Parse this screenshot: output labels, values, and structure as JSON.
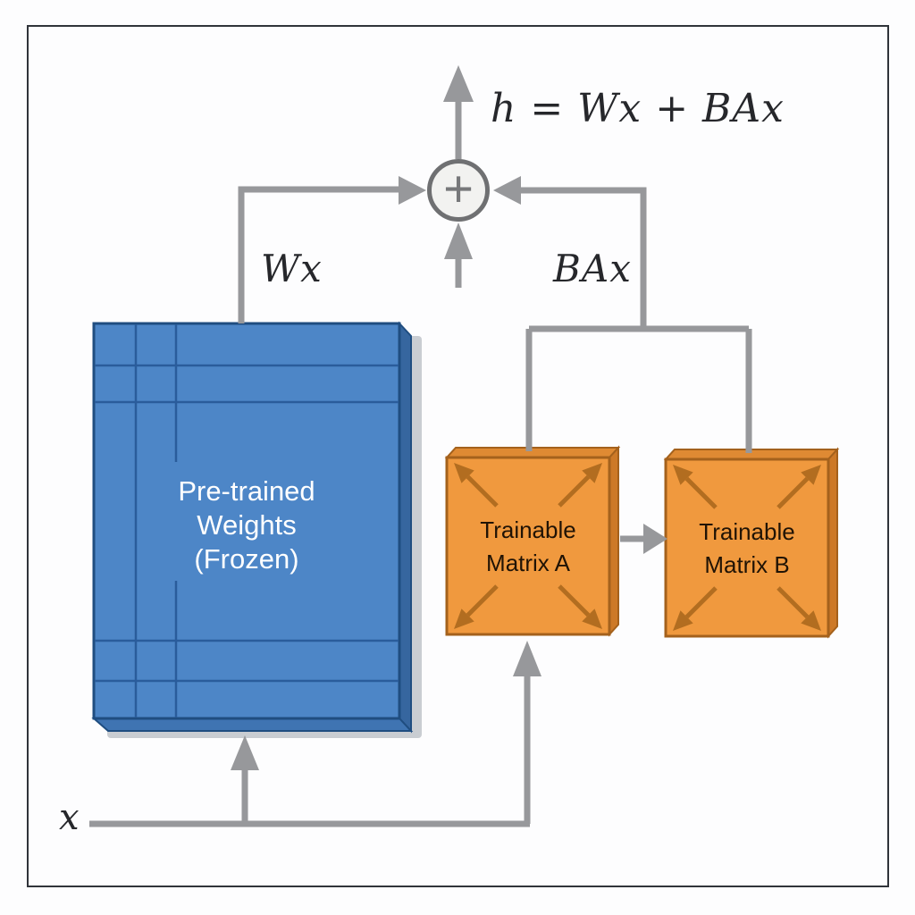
{
  "figure": {
    "formula": "h = Wx + BAx",
    "labels": {
      "wx": "Wx",
      "bax": "BAx",
      "input": "x",
      "sum": "+"
    },
    "blocks": {
      "pretrained": {
        "line1": "Pre-trained",
        "line2": "Weights",
        "line3": "(Frozen)"
      },
      "matrix_a": {
        "line1": "Trainable",
        "line2": "Matrix A"
      },
      "matrix_b": {
        "line1": "Trainable",
        "line2": "Matrix B"
      }
    },
    "colors": {
      "background": "#fdfdfe",
      "frame": "#30343a",
      "connector_gray": "#97989b",
      "blue_face": "#4d86c7",
      "blue_edge": "#1f4d80",
      "blue_grid": "#2a5c9b",
      "orange_face": "#f0993e",
      "orange_edge": "#a4611c",
      "orange_arrow": "#b26d20",
      "sum_fill": "#f2f2f0",
      "sum_border": "#6f7072",
      "text_dark": "#26272b",
      "text_white": "#ffffff"
    }
  }
}
